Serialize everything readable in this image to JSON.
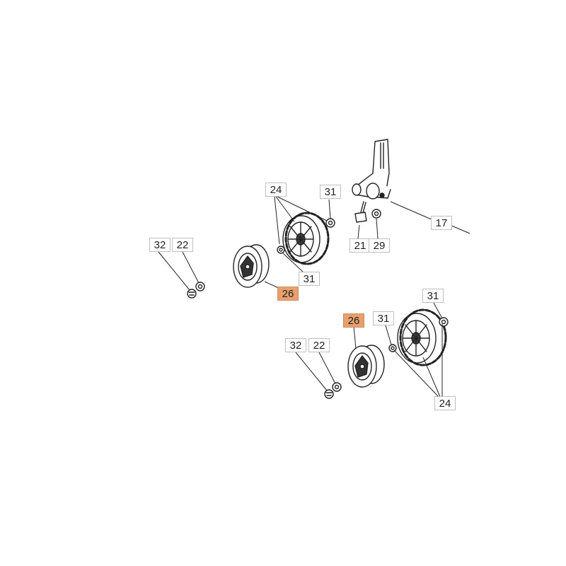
{
  "colors": {
    "line": "#222222",
    "callout_border": "#bfbfbf",
    "highlight": "#e8a06f"
  },
  "callouts": {
    "c24_top": "24",
    "c31_top": "31",
    "c17": "17",
    "c21": "21",
    "c29": "29",
    "c32_left": "32",
    "c22_left": "22",
    "c31_mid": "31",
    "c26_left": "26",
    "c31_right": "31",
    "c26_right": "26",
    "c31_right2": "31",
    "c32_right": "32",
    "c22_right": "22",
    "c24_bottom": "24"
  }
}
